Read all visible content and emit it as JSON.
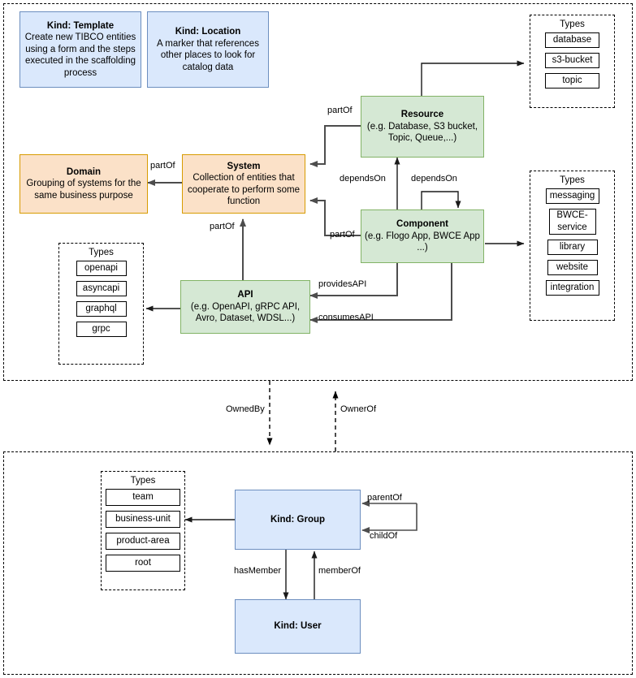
{
  "diagram": {
    "top_container": {
      "name": "catalog-entities-container"
    },
    "bottom_container": {
      "name": "org-entities-container"
    },
    "nodes": {
      "template": {
        "title": "Kind: Template",
        "desc": "Create new TIBCO entities using a form and the steps executed in the scaffolding process",
        "color": "#dae8fc",
        "border": "#6c8ebf"
      },
      "location": {
        "title": "Kind: Location",
        "desc": "A marker that references other places to look for catalog data",
        "color": "#dae8fc",
        "border": "#6c8ebf"
      },
      "resource": {
        "title": "Resource",
        "desc": "(e.g. Database, S3 bucket, Topic, Queue,...)",
        "color": "#d5e8d4",
        "border": "#82b366"
      },
      "domain": {
        "title": "Domain",
        "desc": "Grouping of systems for the same business purpose",
        "color": "#fbe1c8",
        "border": "#d79b00"
      },
      "system": {
        "title": "System",
        "desc": "Collection of entities that cooperate to perform some function",
        "color": "#fbe1c8",
        "border": "#d79b00"
      },
      "component": {
        "title": "Component",
        "desc": "(e.g. Flogo App, BWCE App ...)",
        "color": "#d5e8d4",
        "border": "#82b366"
      },
      "api": {
        "title": "API",
        "desc": "(e.g. OpenAPI, gRPC API, Avro, Dataset, WDSL...)",
        "color": "#d5e8d4",
        "border": "#82b366"
      },
      "group": {
        "title": "Kind: Group",
        "desc": "",
        "color": "#dae8fc",
        "border": "#6c8ebf"
      },
      "user": {
        "title": "Kind: User",
        "desc": "",
        "color": "#dae8fc",
        "border": "#6c8ebf"
      }
    },
    "type_groups": {
      "resource_types": {
        "title": "Types",
        "items": [
          "database",
          "s3-bucket",
          "topic"
        ]
      },
      "component_types": {
        "title": "Types",
        "items": [
          "messaging",
          "BWCE-service",
          "library",
          "website",
          "integration"
        ]
      },
      "api_types": {
        "title": "Types",
        "items": [
          "openapi",
          "asyncapi",
          "graphql",
          "grpc"
        ]
      },
      "group_types": {
        "title": "Types",
        "items": [
          "team",
          "business-unit",
          "product-area",
          "root"
        ]
      }
    },
    "edge_labels": {
      "resource_partof_system": "partOf",
      "system_partof_domain": "partOf",
      "api_partof_system": "partOf",
      "component_partof_system": "partOf",
      "component_dependson_resource": "dependsOn",
      "component_dependson_self": "dependsOn",
      "component_providesapi": "providesAPI",
      "component_consumesapi": "consumesAPI",
      "ownedby": "OwnedBy",
      "ownerof": "OwnerOf",
      "group_parentof": "parentOf",
      "group_childof": "childOf",
      "group_hasmember": "hasMember",
      "user_memberof": "memberOf"
    }
  }
}
